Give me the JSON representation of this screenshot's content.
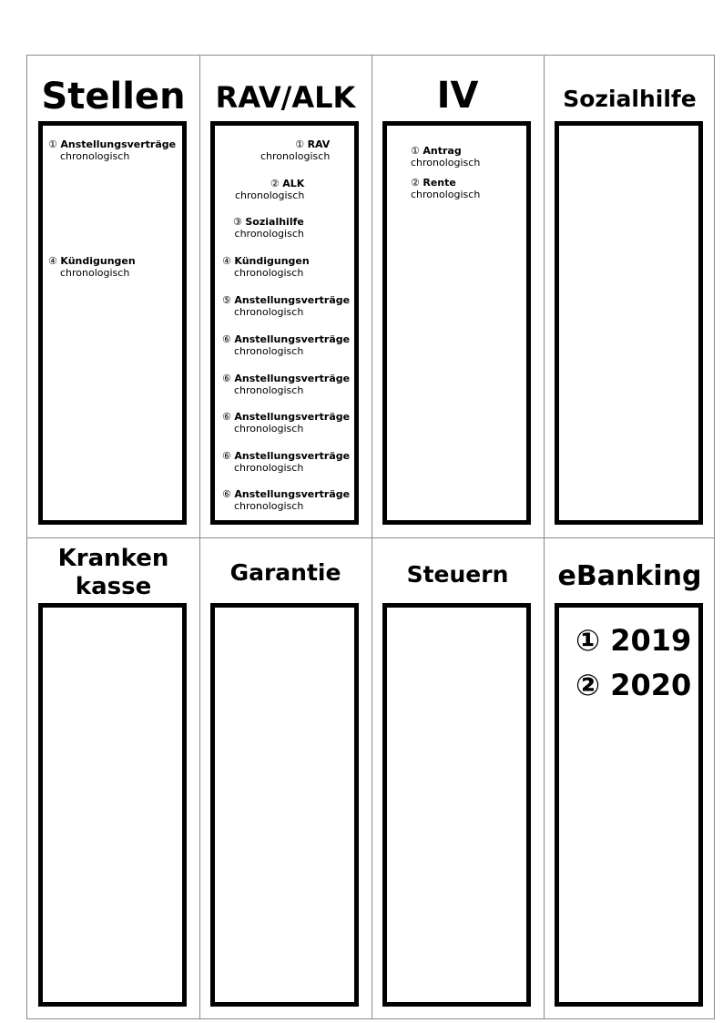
{
  "columns_top": [
    {
      "title": "Stellen",
      "entries": [
        {
          "marker": "①",
          "head": "Anstellungsverträge",
          "sub": "chronologisch"
        },
        {
          "marker": "④",
          "head": "Kündigungen",
          "sub": "chronologisch"
        }
      ]
    },
    {
      "title": "RAV/ALK",
      "entries": [
        {
          "marker": "①",
          "head": "RAV",
          "sub": "chronologisch"
        },
        {
          "marker": "②",
          "head": "ALK",
          "sub": "chronologisch"
        },
        {
          "marker": "③",
          "head": "Sozialhilfe",
          "sub": "chronologisch"
        },
        {
          "marker": "④",
          "head": "Kündigungen",
          "sub": "chronologisch"
        },
        {
          "marker": "⑤",
          "head": "Anstellungsverträge",
          "sub": "chronologisch"
        },
        {
          "marker": "⑥",
          "head": "Anstellungsverträge",
          "sub": "chronologisch"
        },
        {
          "marker": "⑥",
          "head": "Anstellungsverträge",
          "sub": "chronologisch"
        },
        {
          "marker": "⑥",
          "head": "Anstellungsverträge",
          "sub": "chronologisch"
        },
        {
          "marker": "⑥",
          "head": "Anstellungsverträge",
          "sub": "chronologisch"
        },
        {
          "marker": "⑥",
          "head": "Anstellungsverträge",
          "sub": "chronologisch"
        }
      ]
    },
    {
      "title": "IV",
      "entries": [
        {
          "marker": "①",
          "head": "Antrag",
          "sub": "chronologisch"
        },
        {
          "marker": "②",
          "head": "Rente",
          "sub": "chronologisch"
        }
      ]
    },
    {
      "title": "Sozialhilfe",
      "entries": []
    }
  ],
  "columns_bottom": [
    {
      "title_line1": "Kranken",
      "title_line2": "kasse"
    },
    {
      "title": "Garantie"
    },
    {
      "title": "Steuern"
    },
    {
      "title": "eBanking",
      "items": [
        {
          "marker": "①",
          "label": "2019"
        },
        {
          "marker": "②",
          "label": "2020"
        }
      ]
    }
  ]
}
